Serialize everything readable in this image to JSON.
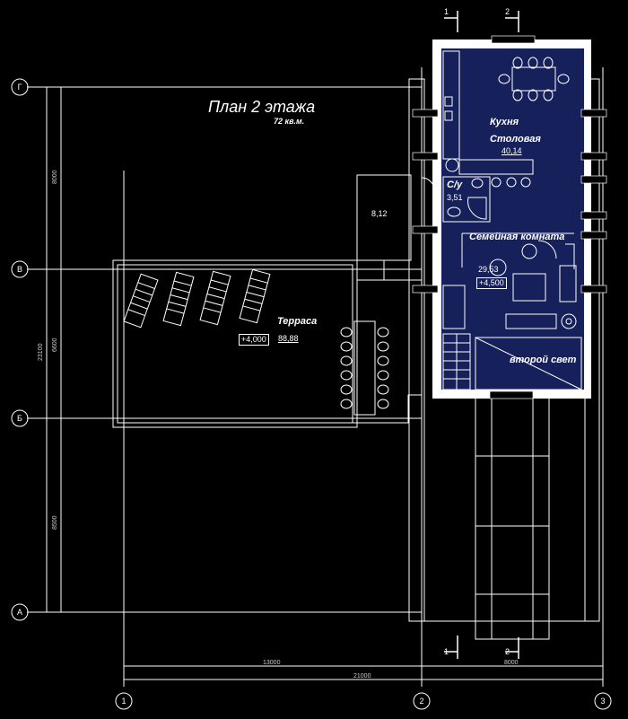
{
  "plan": {
    "title": "План 2 этажа",
    "total_area": "72 кв.м."
  },
  "rooms": {
    "kitchen": "Кухня",
    "dining": "Столовая",
    "kitchen_area": "40,14",
    "wc": "С/у",
    "wc_area": "3,51",
    "stair_area": "8,12",
    "family": "Семейная комната",
    "family_area": "29,53",
    "family_level": "+4,500",
    "terrace": "Терраса",
    "terrace_level": "+4,000",
    "terrace_area": "88,88",
    "void": "второй свет"
  },
  "axes": {
    "rows": [
      "Г",
      "В",
      "Б",
      "А"
    ],
    "cols": [
      "1",
      "2",
      "3"
    ]
  },
  "dimensions": {
    "left_total": "23100",
    "left_top": "8000",
    "left_mid": "6600",
    "left_bottom": "8500",
    "bottom_left": "13000",
    "bottom_right": "8000",
    "bottom_total": "21000"
  },
  "sections": {
    "s1_top": "1",
    "s2_top": "2",
    "s1_bottom": "1",
    "s2_bottom": "2"
  },
  "colors": {
    "background": "#000000",
    "lines": "#ffffff",
    "interior_fill": "#16205a"
  }
}
